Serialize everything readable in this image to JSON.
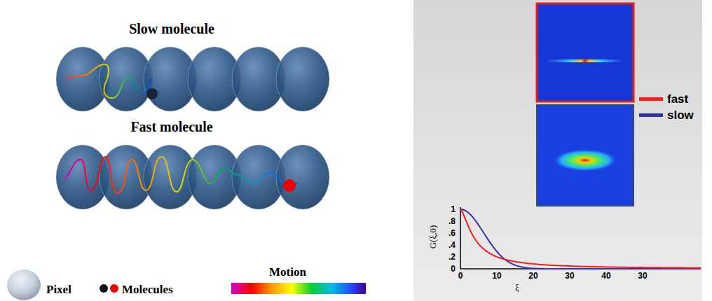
{
  "diagram": {
    "labels": [
      "Slow molecule",
      "Fast molecule",
      "1",
      ".8",
      ".6",
      ".4",
      ".2",
      "0",
      "G(ξ,0)",
      "0",
      "10",
      "20",
      "30",
      "40",
      "30",
      "ξ"
    ],
    "legend": [
      {
        "text": "Pixel"
      },
      {
        "text": "Molecules"
      },
      {
        "text": "Motion"
      },
      {
        "text": "fast",
        "color": "#ff1a1a"
      },
      {
        "text": "slow",
        "color": "#3333aa"
      }
    ]
  }
}
